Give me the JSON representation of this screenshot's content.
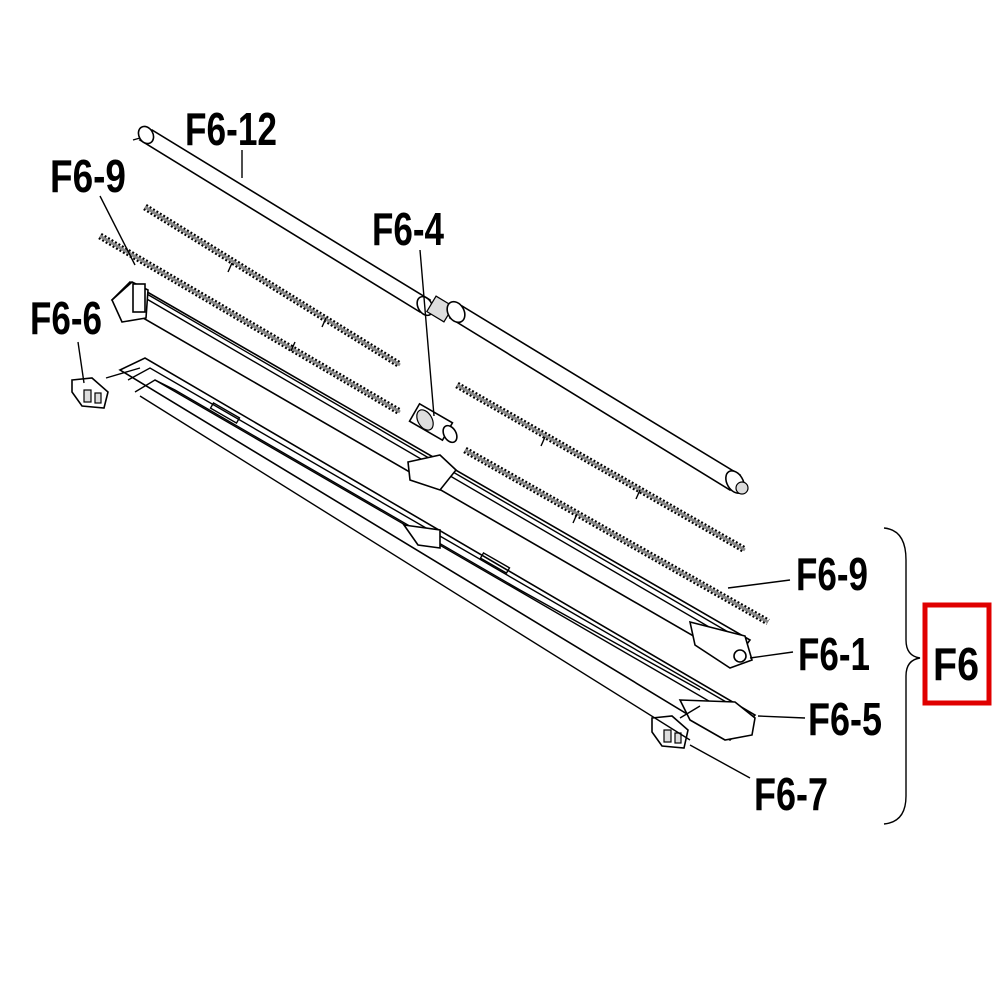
{
  "diagram": {
    "group_label": "F6",
    "highlight_color": "#e00000",
    "callouts": {
      "roller": "F6-12",
      "spring_left": "F6-9",
      "gear": "F6-4",
      "end_cap_left": "F6-6",
      "spring_right": "F6-9",
      "frame_rail": "F6-1",
      "base_rail": "F6-5",
      "end_cap_right": "F6-7"
    }
  }
}
